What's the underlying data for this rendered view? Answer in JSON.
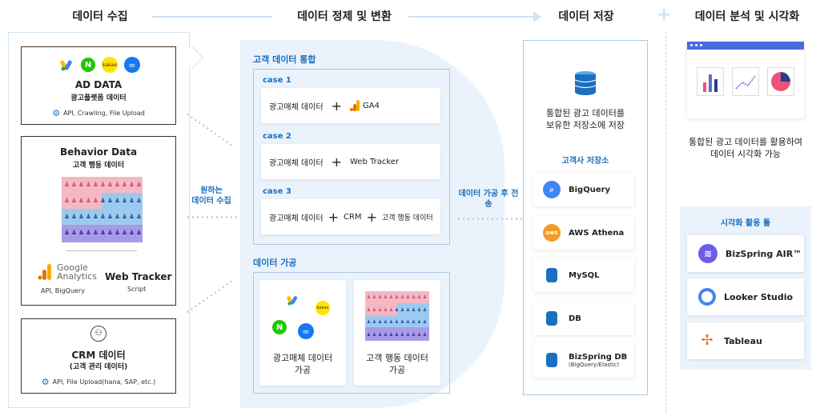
{
  "stages": {
    "collect": "데이터 수집",
    "transform": "데이터 정제 및 변환",
    "store": "데이터 저장",
    "analyze": "데이터 분석 및 시각화"
  },
  "ad_data": {
    "title": "AD DATA",
    "subtitle": "광고플랫폼 데이터",
    "methods": "API, Crawling, File Upload",
    "kakao_logo": "kakao"
  },
  "behavior": {
    "title": "Behavior Data",
    "subtitle": "고객 행동 데이터",
    "ga_logo_line1": "Google",
    "ga_logo_line2": "Analytics",
    "ga_methods": "API, BigQuery",
    "tracker_title": "Web Tracker",
    "tracker_method": "Script"
  },
  "crm": {
    "title": "CRM 데이터",
    "subtitle": "(고객 관리 데이터)",
    "methods": "API, File Upload(hana, SAP, etc.)"
  },
  "collect_label": {
    "line1": "원하는",
    "line2": "데이터 수집"
  },
  "integration": {
    "title": "고객 데이터 통합",
    "cases": [
      {
        "label": "case 1",
        "a": "광고매체 데이터",
        "b": "GA4"
      },
      {
        "label": "case 2",
        "a": "광고매체 데이터",
        "b": "Web Tracker"
      },
      {
        "label": "case 3",
        "a": "광고매체 데이터",
        "b": "CRM",
        "c": "고객 행동 데이터"
      }
    ],
    "plus": "+"
  },
  "processing": {
    "title": "데이터 가공",
    "ad_label": "광고매체 데이터\n가공",
    "behavior_label": "고객 행동 데이터\n가공"
  },
  "transfer_label": "데이터 가공 후 전송",
  "storage": {
    "description": "통합된 광고 데이터를\n보유한 저장소에 저장",
    "repo_title": "고객사 저장소",
    "items": [
      {
        "name": "BigQuery",
        "sub": ""
      },
      {
        "name": "AWS Athena",
        "sub": ""
      },
      {
        "name": "MySQL",
        "sub": ""
      },
      {
        "name": "DB",
        "sub": ""
      },
      {
        "name": "BizSpring DB",
        "sub": "(BigQuery/Elastic)"
      }
    ],
    "aws_icon_text": "aws"
  },
  "analysis": {
    "description": "통합된 광고 데이터를 활용하여\n데이터 시각화 가능",
    "tools_title": "시각화 활용 툴",
    "tools": [
      "BizSpring AIR™",
      "Looker Studio",
      "Tableau"
    ]
  },
  "colors": {
    "accent": "#1a6fc0",
    "pink_row": "#f4b8c4",
    "blue_row": "#9ec9ef",
    "purple_row": "#a89be6",
    "panel_bg": "#eaf3fb"
  }
}
